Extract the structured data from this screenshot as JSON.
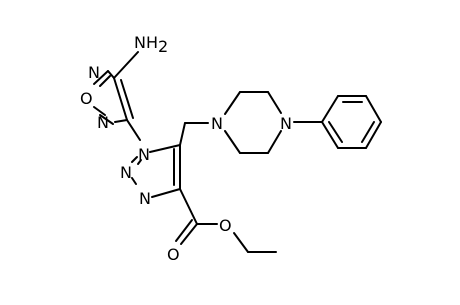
{
  "molecule": {
    "atoms": {
      "amino": "NH",
      "amino_sub": "2",
      "oxadiazole_n_top": "N",
      "oxadiazole_o": "O",
      "oxadiazole_n_bottom": "N",
      "triazole_n1": "N",
      "triazole_n2": "N",
      "triazole_n3": "N",
      "piperazine_n1": "N",
      "piperazine_n4": "N",
      "carbonyl_o": "O",
      "ester_o": "O"
    },
    "colors": {
      "bond": "#000000",
      "label": "#000000",
      "background": "#ffffff"
    }
  }
}
